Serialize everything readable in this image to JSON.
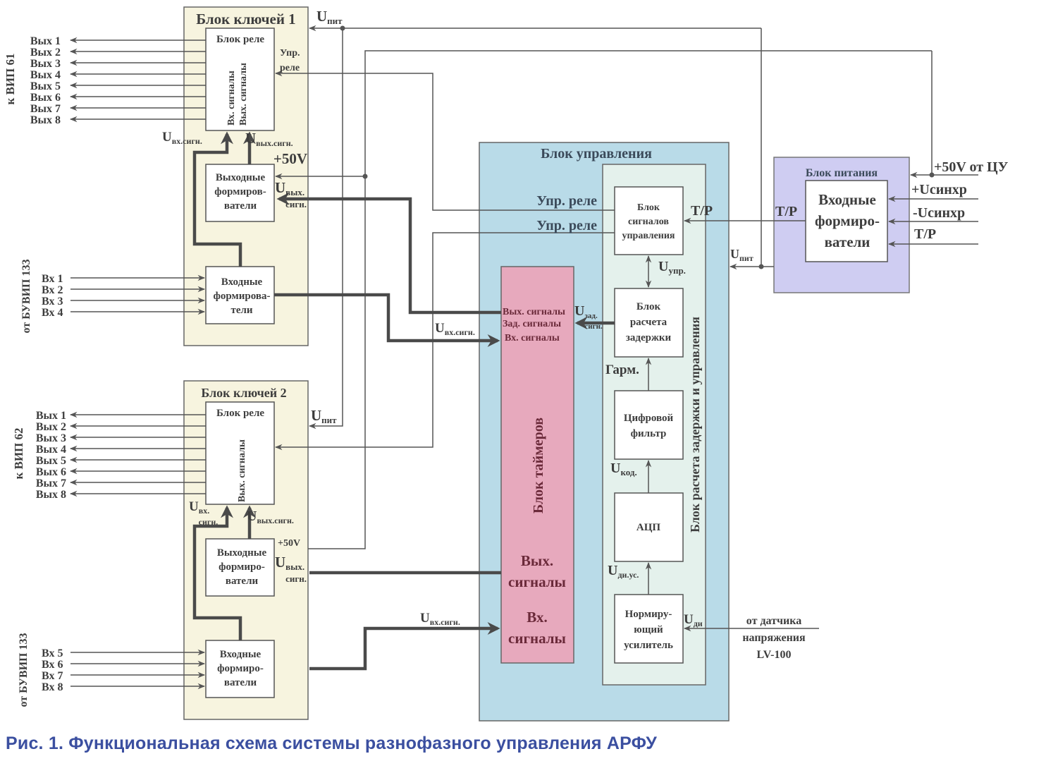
{
  "caption": "Рис. 1. Функциональная схема системы разнофазного управления АРФУ",
  "colors": {
    "key_block_fill": "#f7f4df",
    "control_block_fill": "#b9dbe8",
    "delay_block_fill": "#e4f1ec",
    "timer_block_fill": "#e7a9bd",
    "power_block_fill": "#cfcdf2",
    "line": "#555555",
    "caption": "#3b4fa0"
  },
  "key_block_1": {
    "title": "Блок ключей 1",
    "side_label": "к ВИП 61",
    "outputs": [
      "Вых 1",
      "Вых 2",
      "Вых 3",
      "Вых 4",
      "Вых 5",
      "Вых 6",
      "Вых 7",
      "Вых 8"
    ],
    "relay": {
      "title": "Блок реле",
      "vertical_in": "Вх. сигналы",
      "vertical_out": "Вых. сигналы",
      "ctrl": [
        "Упр.",
        "реле"
      ]
    },
    "u_in_sig": {
      "main": "U",
      "sub": "вх.сигн."
    },
    "u_out_sig": {
      "main": "U",
      "sub": "вых.сигн."
    },
    "plus50": "+50V",
    "out_shapers": [
      "Выходные",
      "формиров-",
      "ватели"
    ],
    "u_out": {
      "main": "U",
      "sub": "вых.",
      "sub2": "сигн."
    },
    "in_side_label": "от БУВИП 133",
    "inputs": [
      "Вх 1",
      "Вх 2",
      "Вх 3",
      "Вх 4"
    ],
    "in_shapers": [
      "Входные",
      "формирова-",
      "тели"
    ],
    "u_pit": {
      "main": "U",
      "sub": "пит"
    }
  },
  "key_block_2": {
    "title": "Блок ключей 2",
    "side_label": "к ВИП 62",
    "outputs": [
      "Вых 1",
      "Вых 2",
      "Вых 3",
      "Вых 4",
      "Вых 5",
      "Вых 6",
      "Вых 7",
      "Вых 8"
    ],
    "relay": {
      "title": "Блок реле",
      "vertical_out": "Вых. сигналы"
    },
    "u_in_sig": {
      "main": "U",
      "sub": "вх.",
      "sub2": "сигн."
    },
    "u_out_sig": {
      "main": "U",
      "sub": "вых.сигн."
    },
    "plus50": "+50V",
    "out_shapers": [
      "Выходные",
      "формиро-",
      "ватели"
    ],
    "u_out": {
      "main": "U",
      "sub": "вых.",
      "sub2": "сигн."
    },
    "in_side_label": "от БУВИП 133",
    "inputs": [
      "Вх 5",
      "Вх 6",
      "Вх 7",
      "Вх 8"
    ],
    "in_shapers": [
      "Входные",
      "формиро-",
      "ватели"
    ],
    "u_pit": {
      "main": "U",
      "sub": "пит"
    }
  },
  "control_block": {
    "title": "Блок управления",
    "relay_ctrl_1": "Упр. реле",
    "relay_ctrl_2": "Упр. реле",
    "u_in_sig": {
      "main": "U",
      "sub": "вх.сигн."
    },
    "u_in_sig_2": {
      "main": "U",
      "sub": "вх.сигн."
    },
    "u_pit": {
      "main": "U",
      "sub": "пит"
    },
    "timers": {
      "title": "Блок таймеров",
      "port_out": "Вых. сигналы",
      "port_delay": "Зад. сигналы",
      "port_in": "Вх. сигналы",
      "out_big": [
        "Вых.",
        "сигналы"
      ],
      "in_big": [
        "Вх.",
        "сигналы"
      ]
    },
    "delay_unit": {
      "title": "Блок расчета задержки и управления",
      "signals_block": [
        "Блок",
        "сигналов",
        "управления"
      ],
      "tr": "Т/Р",
      "u_ctrl": {
        "main": "U",
        "sub": "упр."
      },
      "calc_block": [
        "Блок",
        "расчета",
        "задержки"
      ],
      "u_delay": {
        "main": "U",
        "sub": "зад.",
        "sub2": "сигн."
      },
      "harm": "Гарм.",
      "filter_block": [
        "Цифровой",
        "фильтр"
      ],
      "u_code": {
        "main": "U",
        "sub": "код."
      },
      "adc_block": "АЦП",
      "u_dius": {
        "main": "U",
        "sub": "ди.ус."
      },
      "amp_block": [
        "Нормиру-",
        "ющий",
        "усилитель"
      ],
      "u_di": {
        "main": "U",
        "sub": "ди"
      }
    }
  },
  "sensor_label": [
    "от датчика",
    "напряжения",
    "LV-100"
  ],
  "power_block": {
    "title": "Блок питания",
    "shapers": [
      "Входные",
      "формиро-",
      "ватели"
    ],
    "tr_out": "Т/Р",
    "inputs": {
      "plus50": "+50V от ЦУ",
      "u_sync_pos": "+Uсинхр",
      "u_sync_neg": "-Uсинхр",
      "tr": "Т/Р"
    }
  }
}
